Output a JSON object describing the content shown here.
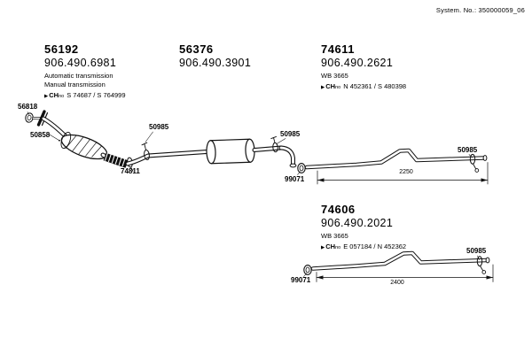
{
  "system_no": "System. No.: 350000059_06",
  "groups": [
    {
      "part_no": "56192",
      "ref_no": "906.490.6981",
      "notes": [
        "Automatic transmission",
        "Manual transmission"
      ],
      "ch": {
        "marker": "▶",
        "label": "CH",
        "sub": "no",
        "value": "S 74687 / S 764999"
      }
    },
    {
      "part_no": "56376",
      "ref_no": "906.490.3901"
    },
    {
      "part_no": "74611",
      "ref_no": "906.490.2621",
      "notes": [
        "WB 3665"
      ],
      "ch": {
        "marker": "▶",
        "label": "CH",
        "sub": "no",
        "value": "N 452361 / S 480398"
      }
    },
    {
      "part_no": "74606",
      "ref_no": "906.490.2021",
      "notes": [
        "WB 3665"
      ],
      "ch": {
        "marker": "▶",
        "label": "CH",
        "sub": "no",
        "value": "E 057184 / N 452362"
      }
    }
  ],
  "callouts": {
    "gasket": "56818",
    "catalyst_clamp": "50858",
    "clamp_a": "50985",
    "flex_clamp": "74811",
    "clamp_b": "50985",
    "ring_a": "99071",
    "clamp_c": "50985",
    "ring_b": "99071",
    "clamp_d": "50985"
  },
  "dimensions": {
    "pipe_74611": "2250",
    "pipe_74606": "2400"
  }
}
